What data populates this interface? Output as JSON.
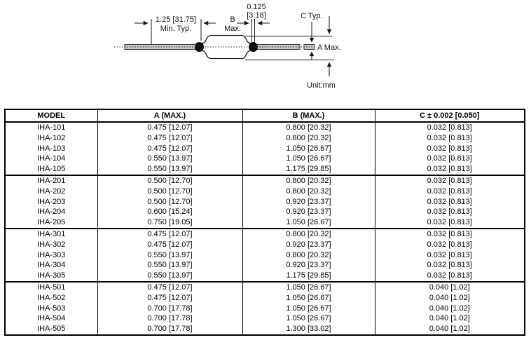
{
  "diagram": {
    "lead_length_line1": "1.25 [31.75]",
    "lead_length_line2": "Min. Typ.",
    "body_length_line1": "B",
    "body_length_line2": "Max.",
    "end_gap_line1": "0.125",
    "end_gap_line2": "[3.18]",
    "lead_diameter_label": "C Typ.",
    "body_diameter_label": "A Max.",
    "unit_label": "Unit:mm"
  },
  "table": {
    "headers": [
      "MODEL",
      "A (MAX.)",
      "B (MAX.)",
      "C ± 0.002 [0.050]"
    ],
    "groups": [
      {
        "rows": [
          [
            "IHA-101",
            "0.475 [12.07]",
            "0.800 [20.32]",
            "0.032 [0.813]"
          ],
          [
            "IHA-102",
            "0.475 [12.07]",
            "0.800 [20.32]",
            "0.032 [0.813]"
          ],
          [
            "IHA-103",
            "0.475 [12.07]",
            "1.050 [26.67]",
            "0.032 [0.813]"
          ],
          [
            "IHA-104",
            "0.550 [13.97]",
            "1.050 [26.67]",
            "0.032 [0.813]"
          ],
          [
            "IHA-105",
            "0.550 [13.97]",
            "1.175 [29.85]",
            "0.032 [0.813]"
          ]
        ]
      },
      {
        "rows": [
          [
            "IHA-201",
            "0.500 [12.70]",
            "0.800 [20.32]",
            "0.032 [0.813]"
          ],
          [
            "IHA-202",
            "0.500 [12.70]",
            "0.800 [20.32]",
            "0.032 [0.813]"
          ],
          [
            "IHA-203",
            "0.500 [12.70]",
            "0.920 [23.37]",
            "0.032 [0.813]"
          ],
          [
            "IHA-204",
            "0.600 [15.24]",
            "0.920 [23.37]",
            "0.032 [0.813]"
          ],
          [
            "IHA-205",
            "0.750 [19.05]",
            "1.050 [26.67]",
            "0.032 [0.813]"
          ]
        ]
      },
      {
        "rows": [
          [
            "IHA-301",
            "0.475 [12.07]",
            "0.800 [20.32]",
            "0.032 [0.813]"
          ],
          [
            "IHA-302",
            "0.475 [12.07]",
            "0.920 [23.37]",
            "0.032 [0.813]"
          ],
          [
            "IHA-303",
            "0.550 [13.97]",
            "0.800 [20.32]",
            "0.032 [0.813]"
          ],
          [
            "IHA-304",
            "0.550 [13.97]",
            "0.920 [23.37]",
            "0.032 [0.813]"
          ],
          [
            "IHA-305",
            "0.550 [13.97]",
            "1.175 [29.85]",
            "0.032 [0.813]"
          ]
        ]
      },
      {
        "rows": [
          [
            "IHA-501",
            "0.475 [12.07]",
            "1.050 [26.67]",
            "0.040 [1.02]"
          ],
          [
            "IHA-502",
            "0.475 [12.07]",
            "1.050 [26.67]",
            "0.040 [1.02]"
          ],
          [
            "IHA-503",
            "0.700 [17.78]",
            "1.050 [26.67]",
            "0.040 [1.02]"
          ],
          [
            "IHA-504",
            "0.700 [17.78]",
            "1.050 [26.67]",
            "0.040 [1.02]"
          ],
          [
            "IHA-505",
            "0.700 [17.78]",
            "1.300 [33.02]",
            "0.040 [1.02]"
          ]
        ]
      }
    ]
  }
}
